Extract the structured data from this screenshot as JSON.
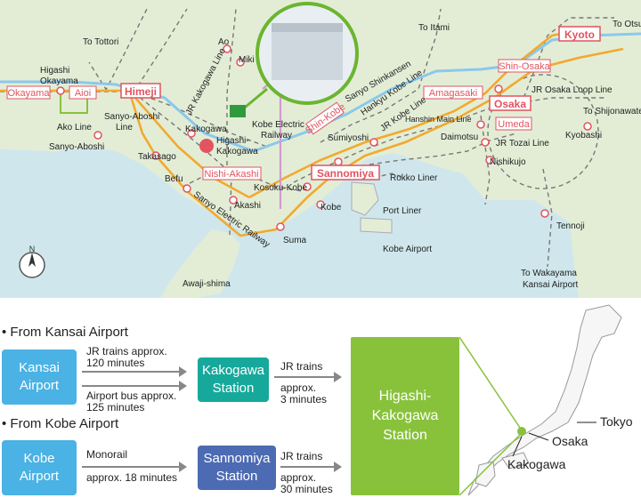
{
  "map": {
    "stations": {
      "okayama": "Okayama",
      "aioi": "Aioi",
      "himeji": "Himeji",
      "nishi_akashi": "Nishi-Akashi",
      "shin_kobe": "Shin-Kobe",
      "sannomiya": "Sannomiya",
      "amagasaki": "Amagasaki",
      "osaka": "Osaka",
      "umeda": "Umeda",
      "shin_osaka": "Shin-Osaka",
      "kyoto": "Kyoto"
    },
    "places": {
      "to_tottori": "To Tottori",
      "higashi_okayama_1": "Higashi",
      "higashi_okayama_2": "Okayama",
      "ako_line": "Ako Line",
      "sanyo_aboshi": "Sanyo-Aboshi",
      "sanyo_aboshi_line_1": "Sanyo-Aboshi",
      "sanyo_aboshi_line_2": "Line",
      "takasago": "Takasago",
      "befu": "Befu",
      "kakogawa": "Kakogawa",
      "higashi_kakogawa_1": "Higashi-",
      "higashi_kakogawa_2": "Kakogawa",
      "ao": "Ao",
      "miki": "Miki",
      "kobe_electric_railway_1": "Kobe Electric",
      "kobe_electric_railway_2": "Railway",
      "akashi": "Akashi",
      "kosoku_kobe": "Kosoku-Kobe",
      "kobe": "Kobe",
      "suma": "Suma",
      "sumiyoshi": "Sumiyoshi",
      "rokko_liner": "Rokko Liner",
      "port_liner": "Port Liner",
      "kobe_airport": "Kobe Airport",
      "awaji_shima": "Awaji-shima",
      "daimotsu": "Daimotsu",
      "nishikujo": "Nishikujo",
      "tennoji": "Tennoji",
      "to_wakayama_1": "To Wakayama",
      "to_wakayama_2": "Kansai Airport",
      "kyobashi": "Kyobashi",
      "to_shijonawate": "To Shijonawate",
      "jr_osaka_loop_line": "JR Osaka Loop Line",
      "jr_tozai_line": "JR Tozai Line",
      "to_itami": "To Itami",
      "to_otsu": "To Otsu",
      "sanyo_shinkansen": "Sanyo Shinkansen",
      "hankyu_kobe_line": "Hankyu Kobe Line",
      "jr_kobe_line": "JR Kobe Line",
      "hanshin_main_line": "Hanshin Main Line",
      "jr_kakogawa_line": "JR Kakogawa Line",
      "sanyo_electric_railway": "Sanyo Electric Railway"
    }
  },
  "routes": {
    "from_kansai": "• From Kansai Airport",
    "from_kobe": "• From Kobe Airport",
    "kansai_airport_1": "Kansai",
    "kansai_airport_2": "Airport",
    "kobe_airport_1": "Kobe",
    "kobe_airport_2": "Airport",
    "kakogawa_station_1": "Kakogawa",
    "kakogawa_station_2": "Station",
    "sannomiya_station_1": "Sannomiya",
    "sannomiya_station_2": "Station",
    "destination_1": "Higashi-",
    "destination_2": "Kakogawa",
    "destination_3": "Station",
    "jr_trains_1": "JR trains approx.",
    "jr_trains_2": "120 minutes",
    "airport_bus_1": "Airport bus approx.",
    "airport_bus_2": "125 minutes",
    "monorail": "Monorail",
    "monorail_time": "approx. 18 minutes",
    "jr_trains_a": "JR trains",
    "jr_trains_a_1": "approx.",
    "jr_trains_a_2": "3 minutes",
    "jr_trains_b": "JR trains",
    "jr_trains_b_1": "approx.",
    "jr_trains_b_2": "30 minutes"
  },
  "japan_map": {
    "tokyo": "Tokyo",
    "osaka": "Osaka",
    "kakogawa": "Kakogawa"
  },
  "colors": {
    "sea": "#cfe7ec",
    "land": "#e3edd6",
    "jr_line": "#f2a92e",
    "shinkansen": "#8bc8ec",
    "station_red": "#e15460",
    "green": "#88c23b",
    "teal": "#16a99b",
    "blue": "#4ab2e4",
    "purple": "#4d6bb3"
  }
}
